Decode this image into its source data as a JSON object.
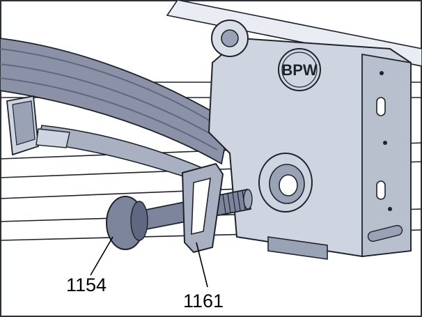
{
  "colors": {
    "frame": "#2a2f3a",
    "background": "#ffffff",
    "rail_fill": "#d6dbe4",
    "rail_stroke": "#1e222a",
    "spring_fill": "#8b92a8",
    "spring_shadow": "#5f6781",
    "bracket_fill": "#cfd5e0",
    "bracket_dark": "#9aa2b5",
    "bolt_fill": "#7d859d",
    "plate_fill": "#a9b0c2"
  },
  "icons": {
    "manufacturer_logo": "bpw-logo"
  },
  "logo_text": "BPW",
  "callouts": [
    {
      "id": "1154",
      "text": "1154"
    },
    {
      "id": "1161",
      "text": "1161"
    }
  ]
}
